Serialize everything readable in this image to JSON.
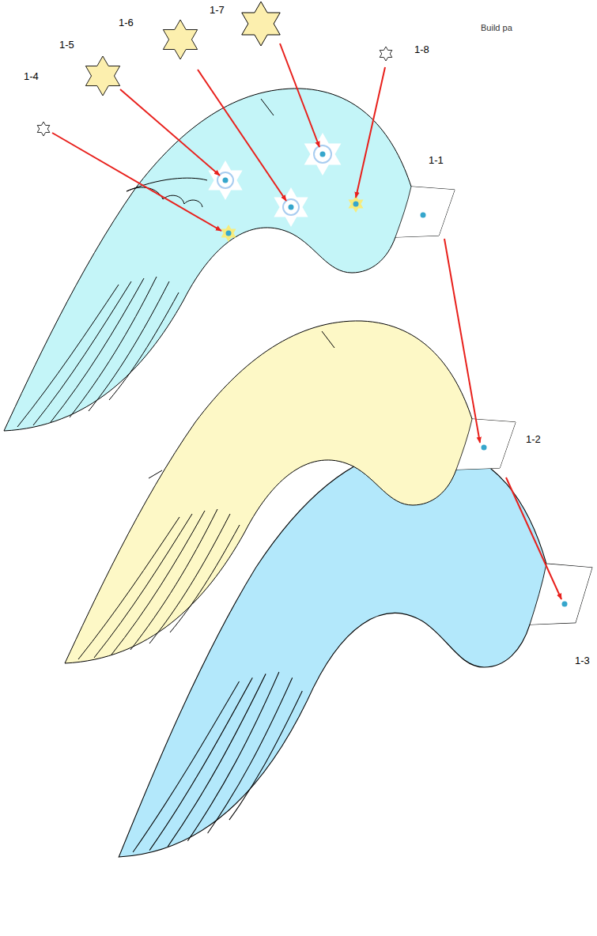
{
  "diagram": {
    "labels": [
      "1-1",
      "1-2",
      "1-3",
      "1-4",
      "1-5",
      "1-6",
      "1-7",
      "1-8",
      "Build pa"
    ]
  }
}
